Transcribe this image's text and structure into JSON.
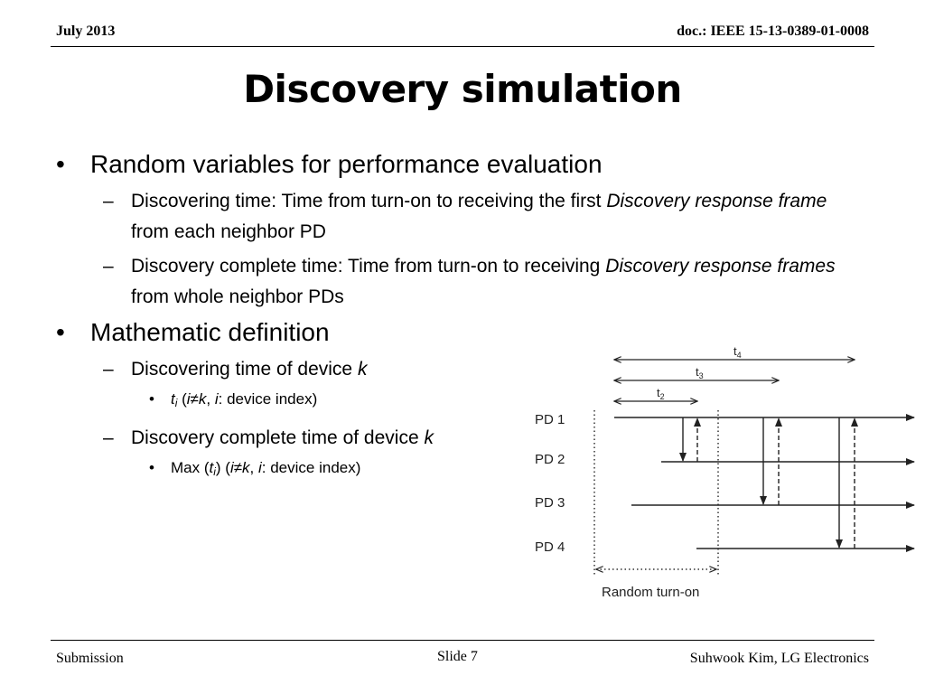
{
  "header": {
    "date": "July 2013",
    "doc_id": "doc.: IEEE 15-13-0389-01-0008"
  },
  "title": "Discovery simulation",
  "bullets": {
    "b1": "Random variables for performance evaluation",
    "b1_s1_pre": "Discovering time: Time from turn-on to receiving the first ",
    "b1_s1_em": "Discovery response frame",
    "b1_s1_post": " from each neighbor PD",
    "b1_s2_pre": "Discovery complete time: Time from turn-on to receiving ",
    "b1_s2_em": "Discovery response frames",
    "b1_s2_post": " from whole neighbor PDs",
    "b2": "Mathematic definition",
    "b2_s1_pre": "Discovering time of device ",
    "b2_s1_var": "k",
    "b2_s1_sub_t": "t",
    "b2_s1_sub_i": "i",
    "b2_s1_sub_open": " (",
    "b2_s1_sub_cond": "i≠k",
    "b2_s1_sub_comma": ", ",
    "b2_s1_sub_i2": "i",
    "b2_s1_sub_rest": ": device index)",
    "b2_s2_pre": "Discovery complete time of device ",
    "b2_s2_var": "k",
    "b2_s2_sub_max": "Max (",
    "b2_s2_sub_t": "t",
    "b2_s2_sub_i": "i",
    "b2_s2_sub_close": ") (",
    "b2_s2_sub_cond": "i≠k",
    "b2_s2_sub_comma": ", ",
    "b2_s2_sub_i2": "i",
    "b2_s2_sub_rest": ": device index)"
  },
  "diagram": {
    "t4_base": "t",
    "t4_sub": "4",
    "t3_base": "t",
    "t3_sub": "3",
    "t2_base": "t",
    "t2_sub": "2",
    "pd1": "PD 1",
    "pd2": "PD 2",
    "pd3": "PD 3",
    "pd4": "PD 4",
    "random_turn_on": "Random turn-on"
  },
  "footer": {
    "left": "Submission",
    "center": "Slide 7",
    "right": "Suhwook Kim, LG Electronics"
  }
}
